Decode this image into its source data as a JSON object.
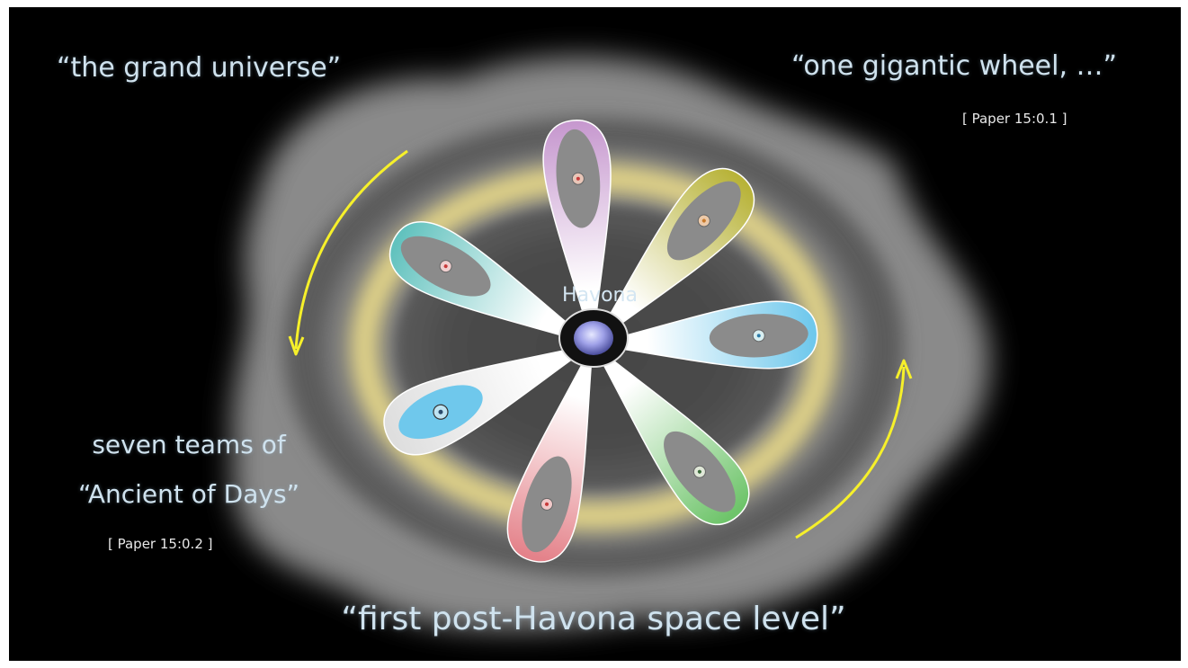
{
  "texts": {
    "top_left": "“the grand universe”",
    "top_right": "“one gigantic wheel, …”",
    "top_right_citation": "[ Paper 15:0.1 ]",
    "left_line1": "seven teams of",
    "left_line2": "“Ancient of Days”",
    "left_citation": "[ Paper 15:0.2 ]",
    "bottom": "“first post-Havona space level”",
    "center": "Havona"
  },
  "petals": [
    {
      "name": "top",
      "color": "#c799cf"
    },
    {
      "name": "upper-right",
      "color": "#b8b339"
    },
    {
      "name": "right",
      "color": "#6fc8ec"
    },
    {
      "name": "lower-right",
      "color": "#6ec46a"
    },
    {
      "name": "bottom",
      "color": "#e4828a"
    },
    {
      "name": "left",
      "color": "#dedede"
    },
    {
      "name": "upper-left",
      "color": "#62c2be"
    }
  ],
  "colors": {
    "background": "#000000",
    "outer_shape": "#8a8a8a",
    "glow_ring": "#f0e08a",
    "arrow": "#f6f02a",
    "core": "#9fa1e8",
    "text": "#cfe2ee"
  }
}
